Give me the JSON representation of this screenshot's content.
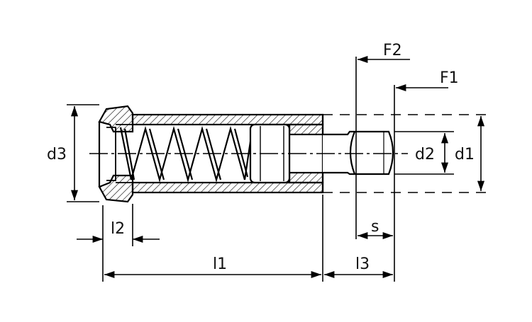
{
  "diagram": {
    "labels": {
      "f2": "F2",
      "f1": "F1",
      "d3": "d3",
      "d2": "d2",
      "d1": "d1",
      "l2": "l2",
      "s": "s",
      "l1": "l1",
      "l3": "l3"
    }
  }
}
